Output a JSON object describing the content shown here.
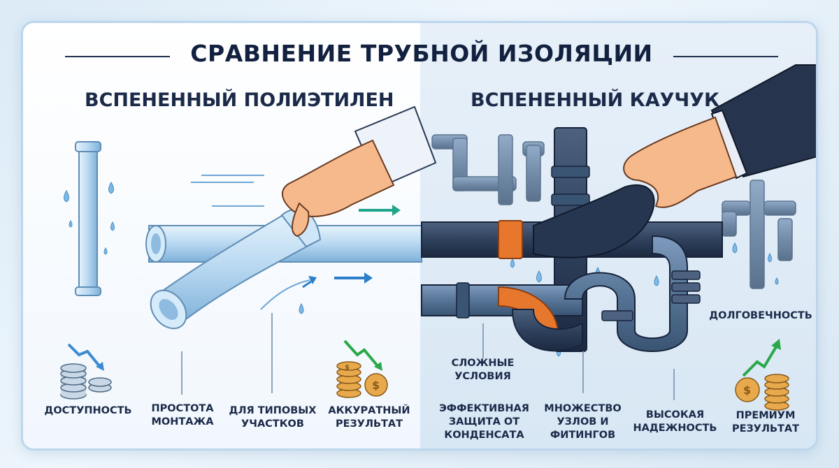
{
  "title": "СРАВНЕНИЕ ТРУБНОЙ ИЗОЛЯЦИИ",
  "left": {
    "heading": "ВСПЕНЕННЫЙ ПОЛИЭТИЛЕН",
    "features": [
      {
        "text": "ДОСТУПНОСТЬ"
      },
      {
        "text": "ПРОСТОТА\nМОНТАЖА"
      },
      {
        "text": "ДЛЯ ТИПОВЫХ\nУЧАСТКОВ"
      },
      {
        "text": "АККУРАТНЫЙ\nРЕЗУЛЬТАТ"
      }
    ]
  },
  "right": {
    "heading": "ВСПЕНЕННЫЙ КАУЧУК",
    "features": [
      {
        "text": "СЛОЖНЫЕ\nУСЛОВИЯ"
      },
      {
        "text": "ЭФФЕКТИВНАЯ\nЗАЩИТА ОТ\nКОНДЕНСАТА"
      },
      {
        "text": "МНОЖЕСТВО\nУЗЛОВ И\nФИТИНГОВ"
      },
      {
        "text": "ВЫСОКАЯ\nНАДЕЖНОСТЬ"
      },
      {
        "text": "ДОЛГОВЕЧНОСТЬ"
      },
      {
        "text": "ПРЕМИУМ\nРЕЗУЛЬТАТ"
      }
    ]
  },
  "colors": {
    "pe_pipe": "#b9d9f2",
    "rubber": "#2e3f5a",
    "accent_orange": "#e8772e",
    "arrow_teal": "#1fa58a",
    "arrow_blue": "#2d7fc9",
    "coin_gold": "#e7a94b"
  }
}
